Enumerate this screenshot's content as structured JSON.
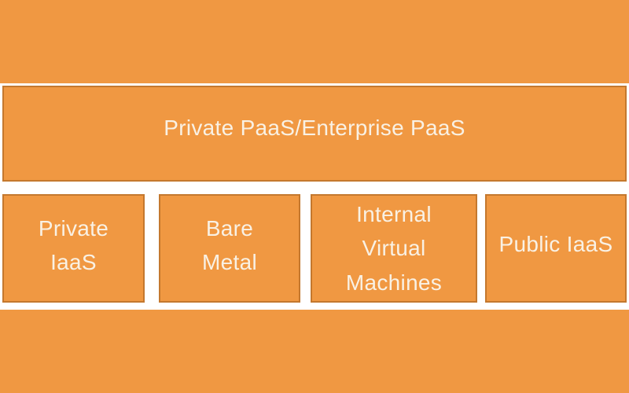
{
  "colors": {
    "background": "#F09842",
    "box_fill": "#F09842",
    "box_border": "#C4782E",
    "gap_white": "#FFFFFF",
    "text": "#F9F1E4"
  },
  "diagram": {
    "top_box": {
      "label": "Private PaaS/Enterprise PaaS"
    },
    "bottom_boxes": [
      {
        "id": "private-iaas",
        "lines": [
          "Private",
          "IaaS"
        ]
      },
      {
        "id": "bare-metal",
        "lines": [
          "Bare",
          "Metal"
        ]
      },
      {
        "id": "internal-virtual-machines",
        "lines": [
          "Internal",
          "Virtual",
          "Machines"
        ]
      },
      {
        "id": "public-iaas",
        "lines": [
          "Public IaaS"
        ]
      }
    ]
  }
}
